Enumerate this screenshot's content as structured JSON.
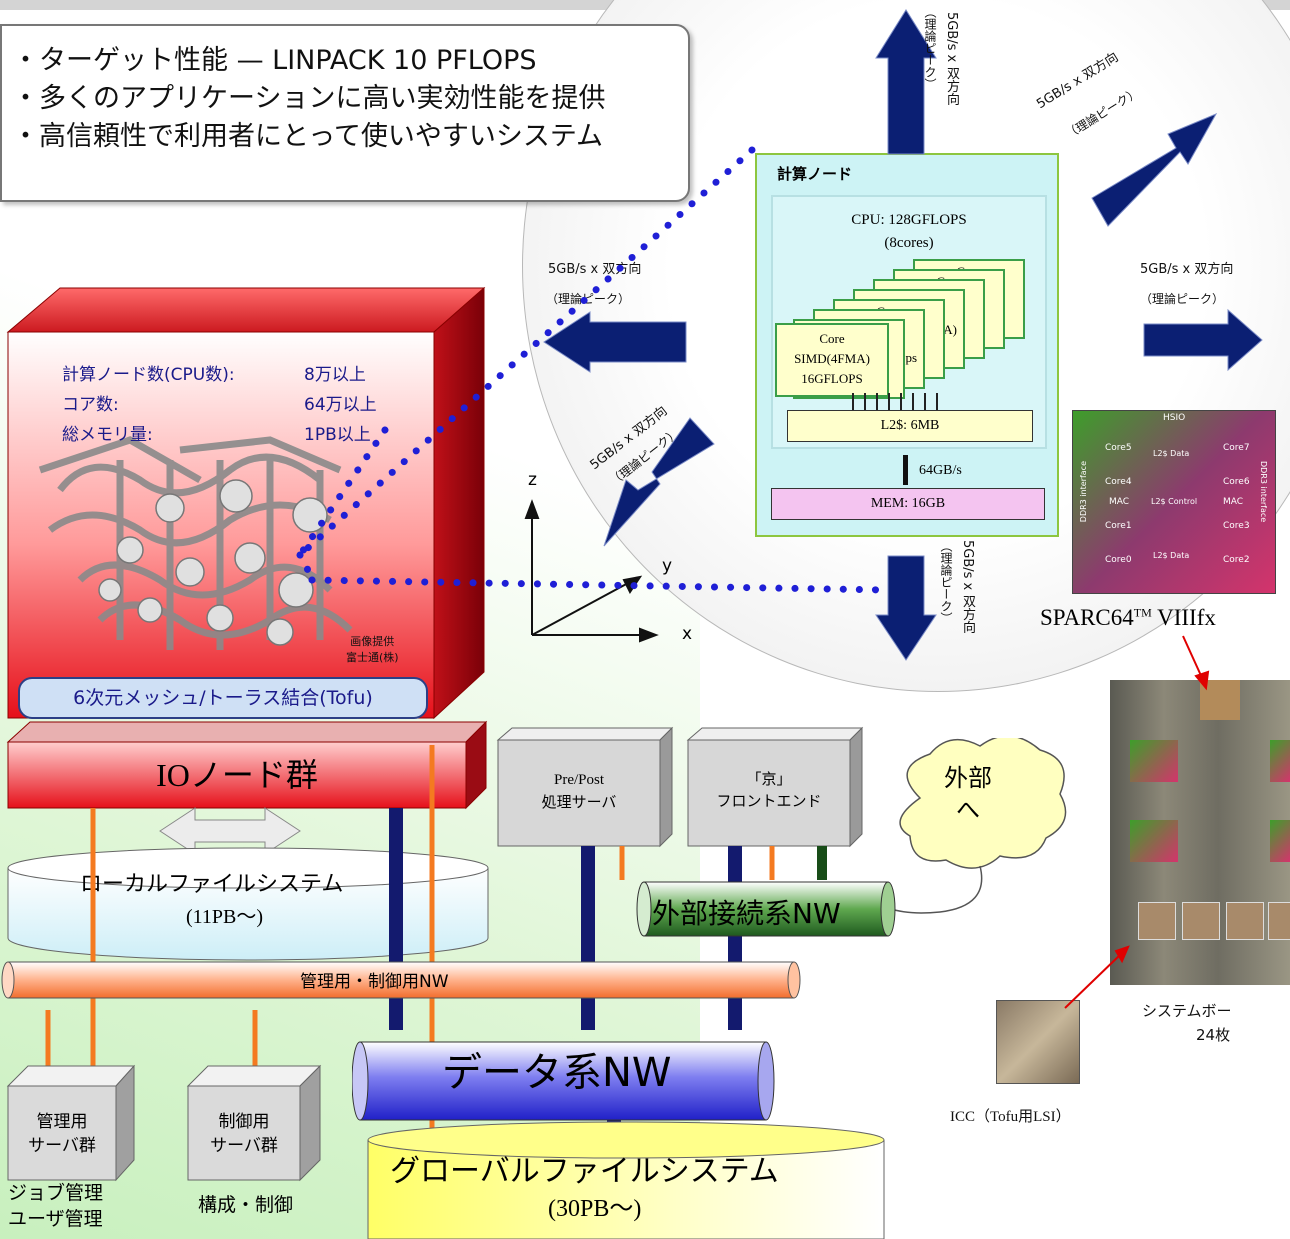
{
  "bullets": [
    "・ターゲット性能 — LINPACK 10 PFLOPS",
    "・多くのアプリケーションに高い実効性能を提供",
    "・高信頼性で利用者にとって使いやすいシステム"
  ],
  "node": {
    "title": "計算ノード",
    "cpu_line1": "CPU: 128GFLOPS",
    "cpu_line2": "(8cores)",
    "core_l1": "Core",
    "core_l2": "SIMD(4FMA)",
    "core_l3": "16GFLOPS",
    "stack_frag1": "Core",
    "stack_frag2": "A)",
    "stack_frag3": "ops",
    "l2": "L2$: 6MB",
    "mem_bw": "64GB/s",
    "mem": "MEM: 16GB"
  },
  "bandwidth": {
    "l1": "5GB/s x 双方向",
    "l2": "（理論ピーク）"
  },
  "system": {
    "line1_label": "計算ノード数(CPU数):",
    "line1_value": "8万以上",
    "line2_label": "コア数:",
    "line2_value": "64万以上",
    "line3_label": "総メモリ量:",
    "line3_value": "1PB以上",
    "credit_l1": "画像提供",
    "credit_l2": "富士通(株)",
    "tofu": "6次元メッシュ/トーラス結合(Tofu)"
  },
  "axes": {
    "z": "z",
    "y": "y",
    "x": "x"
  },
  "chip": {
    "name": "SPARC64",
    "tm": "TM",
    "name_suffix": " VIIIfx",
    "die_hsio": "HSIO",
    "die_core0": "Core0",
    "die_core1": "Core1",
    "die_core2": "Core2",
    "die_core3": "Core3",
    "die_core4": "Core4",
    "die_core5": "Core5",
    "die_core6": "Core6",
    "die_core7": "Core7",
    "die_l2data_top": "L2$ Data",
    "die_l2data_bot": "L2$ Data",
    "die_l2ctrl": "L2$ Control",
    "die_mac_l": "MAC",
    "die_mac_r": "MAC",
    "die_ddr_l": "DDR3 interface",
    "die_ddr_r": "DDR3 interface"
  },
  "board": {
    "caption_l1": "システムボー",
    "caption_l2": "24枚"
  },
  "icc": {
    "caption": "ICC（Tofu用LSI）"
  },
  "io": {
    "label": "IOノード群"
  },
  "local_fs": {
    "l1": "ローカルファイルシステム",
    "l2": "(11PB～)"
  },
  "prepost": {
    "l1": "Pre/Post",
    "l2": "処理サーバ"
  },
  "frontend": {
    "l1": "「京」",
    "l2": "フロントエンド"
  },
  "external": {
    "cloud_l1": "外部",
    "cloud_l2": "へ",
    "nw": "外部接続系NW"
  },
  "mgmt_nw": "管理用・制御用NW",
  "data_nw": "データ系NW",
  "admin_servers": {
    "l1": "管理用",
    "l2": "サーバ群",
    "cap1": "ジョブ管理",
    "cap2": "ユーザ管理"
  },
  "control_servers": {
    "l1": "制御用",
    "l2": "サーバ群",
    "cap": "構成・制御"
  },
  "global_fs": {
    "l1": "グローバルファイルシステム",
    "l2": "(30PB～)"
  },
  "colors": {
    "arrow": "#0b1f73",
    "dotted": "#1f1fd6",
    "io_red": "#e6101a",
    "orange_link": "#f47a20",
    "navy_link": "#131a6e",
    "green_link": "#184d18"
  }
}
